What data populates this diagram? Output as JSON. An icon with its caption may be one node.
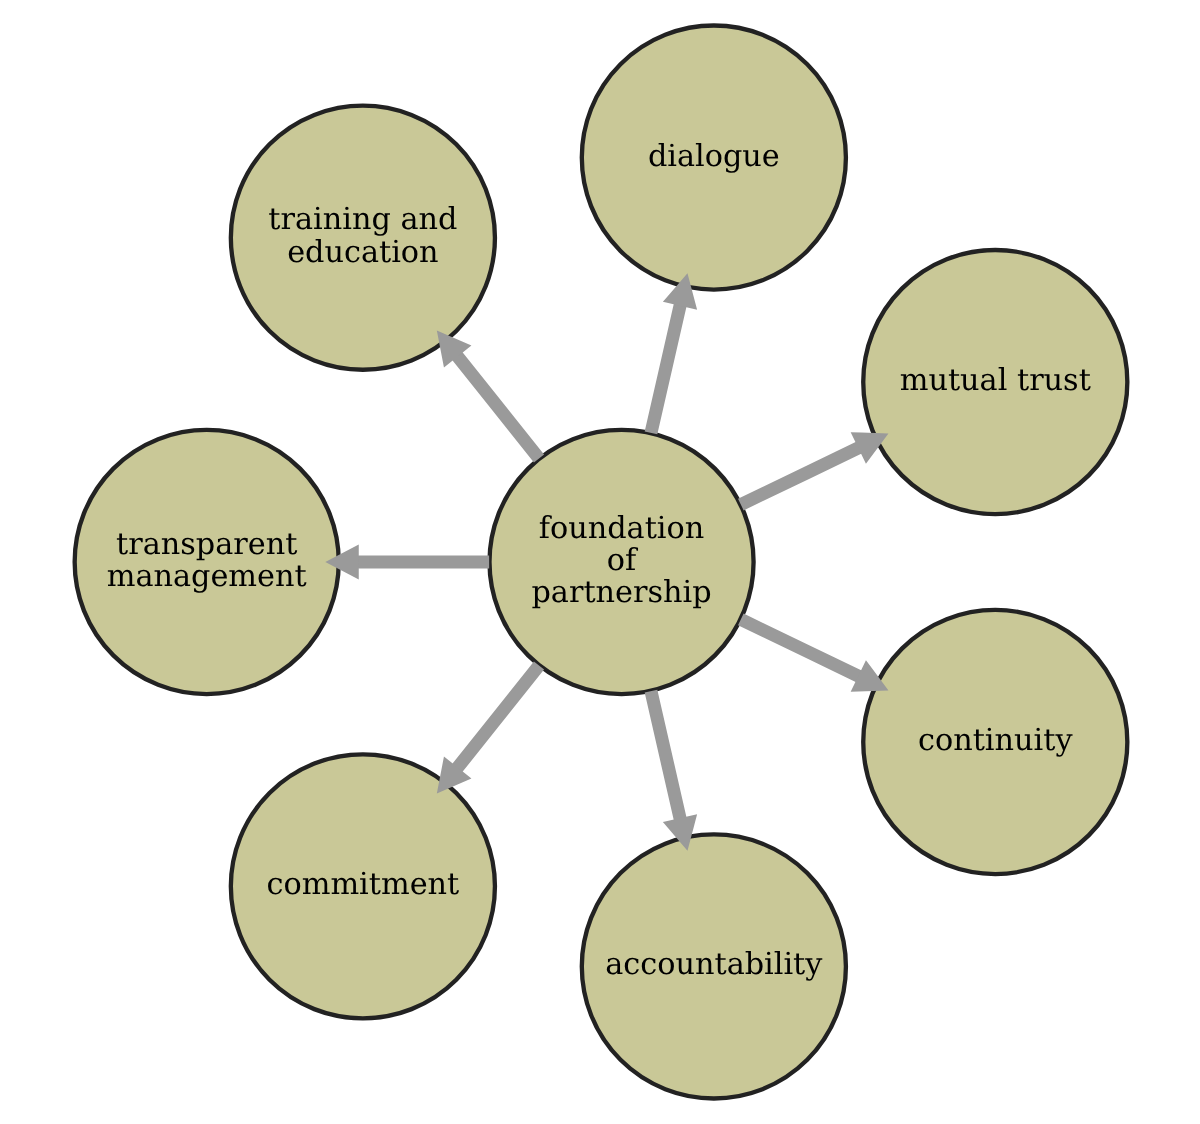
{
  "diagram": {
    "nodes": [
      {
        "text": [
          "foundation of partnership"
        ]
      },
      {
        "text": [
          "mutual trust"
        ]
      },
      {
        "text": [
          "dialogue"
        ]
      },
      {
        "text": [
          "training and education"
        ]
      },
      {
        "text": [
          "transparent management"
        ]
      },
      {
        "text": [
          "commitment"
        ]
      },
      {
        "text": [
          "accountability"
        ]
      },
      {
        "text": [
          "continuity"
        ]
      }
    ],
    "edges": [
      {
        "from": 0,
        "to": 1,
        "arrow": "to"
      },
      {
        "from": 0,
        "to": 2,
        "arrow": "to"
      },
      {
        "from": 0,
        "to": 3,
        "arrow": "to"
      },
      {
        "from": 0,
        "to": 4,
        "arrow": "to"
      },
      {
        "from": 0,
        "to": 5,
        "arrow": "to"
      },
      {
        "from": 0,
        "to": 6,
        "arrow": "to"
      },
      {
        "from": 0,
        "to": 7,
        "arrow": "to"
      }
    ]
  }
}
